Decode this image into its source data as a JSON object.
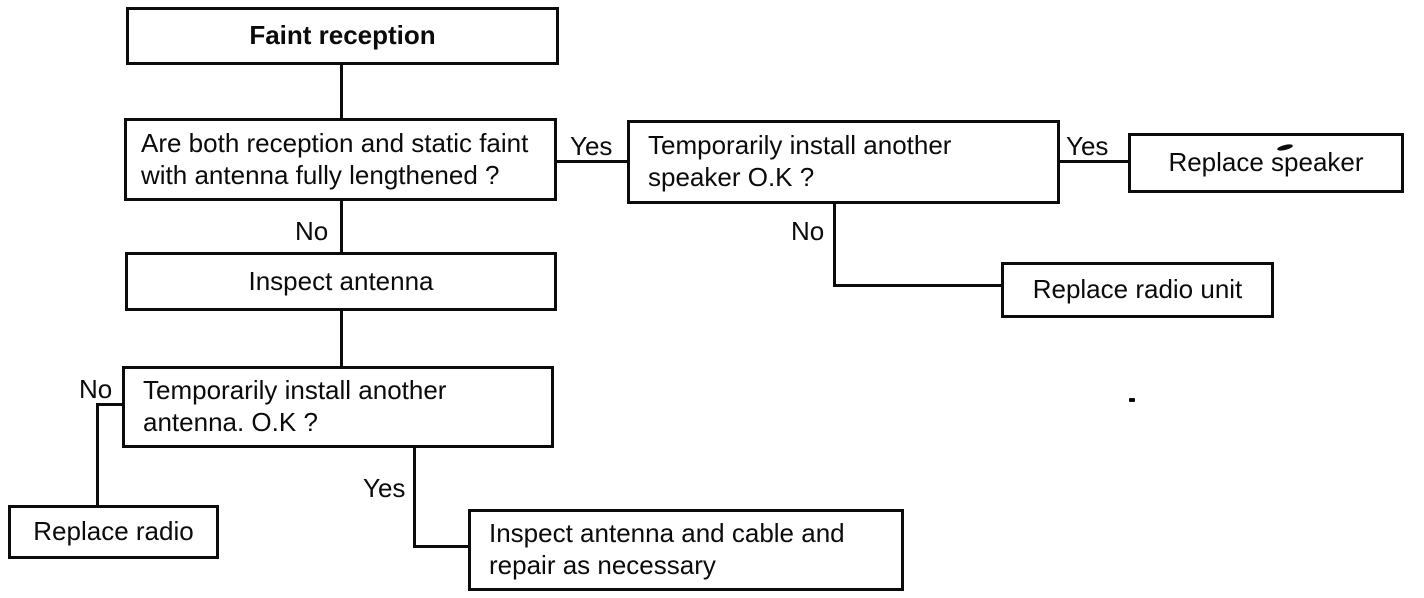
{
  "colors": {
    "ink": "#0b0b0b",
    "paper": "#ffffff"
  },
  "flowchart": {
    "nodes": {
      "faint_reception": {
        "label": "Faint reception"
      },
      "q_reception_static": {
        "line1": "Are both reception and static faint",
        "line2": "with antenna fully lengthened ?"
      },
      "q_speaker": {
        "line1": "Temporarily install another",
        "line2": "speaker O.K ?"
      },
      "replace_speaker": {
        "label": "Replace speaker"
      },
      "replace_radio_unit": {
        "label": "Replace radio unit"
      },
      "inspect_antenna": {
        "label": "Inspect antenna"
      },
      "q_antenna": {
        "line1": "Temporarily install another",
        "line2": "antenna. O.K ?"
      },
      "replace_radio": {
        "label": "Replace radio"
      },
      "inspect_repair": {
        "line1": "Inspect antenna and cable and",
        "line2": "repair as necessary"
      }
    },
    "edge_labels": {
      "q_reception_yes": "Yes",
      "q_reception_no": "No",
      "q_speaker_yes": "Yes",
      "q_speaker_no": "No",
      "q_antenna_yes": "Yes",
      "q_antenna_no": "No"
    }
  }
}
